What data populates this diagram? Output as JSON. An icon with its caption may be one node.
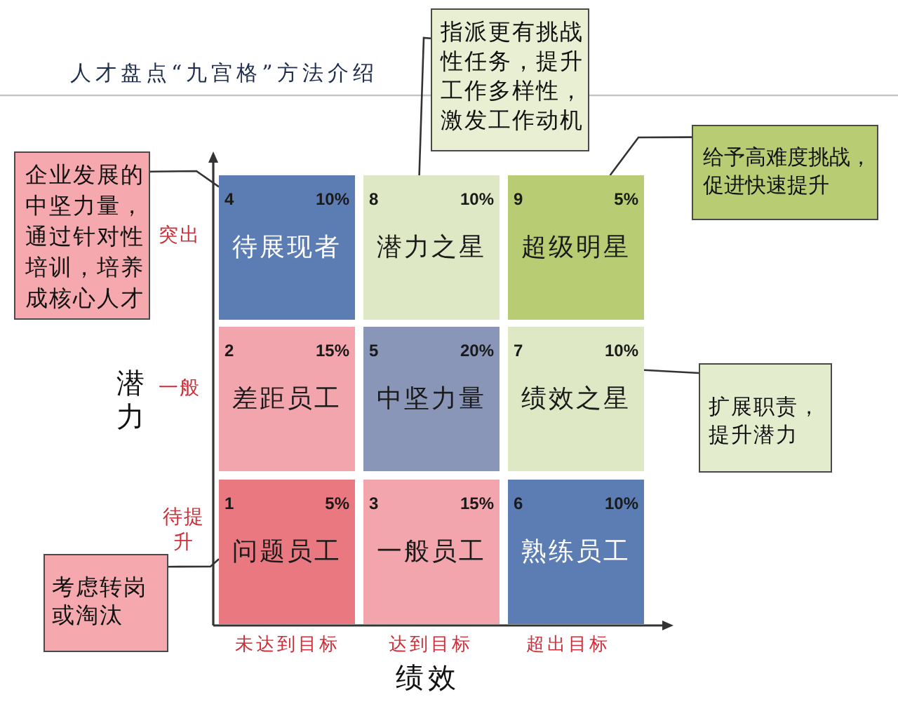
{
  "diagram": {
    "title": "人才盘点“九宫格”方法介绍",
    "nodes": [
      {
        "text": [
          "指派更有挑战性任务，提升工作多样性，激发工作动机"
        ]
      },
      {
        "text": [
          "给予高难度挑战，促进快速提升"
        ]
      },
      {
        "text": [
          "企业发展的中坚力量，通过针对性培训，培养成核心人才"
        ]
      },
      {
        "text": [
          "4",
          "10%",
          "待展现者"
        ]
      },
      {
        "text": [
          "8",
          "10%",
          "潜力之星"
        ]
      },
      {
        "text": [
          "9",
          "5%",
          "超级明星"
        ]
      },
      {
        "text": [
          "2",
          "15%",
          "差距员工"
        ]
      },
      {
        "text": [
          "5",
          "20%",
          "中坚力量"
        ]
      },
      {
        "text": [
          "7",
          "10%",
          "绩效之星"
        ]
      },
      {
        "text": [
          "扩展职责，提升潜力"
        ]
      },
      {
        "text": [
          "1",
          "5%",
          "问题员工"
        ]
      },
      {
        "text": [
          "3",
          "15%",
          "一般员工"
        ]
      },
      {
        "text": [
          "6",
          "10%",
          "熟练员工"
        ]
      },
      {
        "text": [
          "考虑转岗或淘汰"
        ]
      }
    ],
    "edges": [
      {
        "from": 0,
        "to": 4,
        "arrow": "none"
      },
      {
        "from": 1,
        "to": 5,
        "arrow": "none"
      },
      {
        "from": 2,
        "to": 3,
        "arrow": "none"
      },
      {
        "from": 9,
        "to": 8,
        "arrow": "none"
      },
      {
        "from": 13,
        "to": 10,
        "arrow": "none"
      }
    ],
    "labels": [
      "突出",
      "潜力",
      "一般",
      "待提升",
      "未达到目标",
      "达到目标",
      "超出目标",
      "绩效"
    ]
  }
}
